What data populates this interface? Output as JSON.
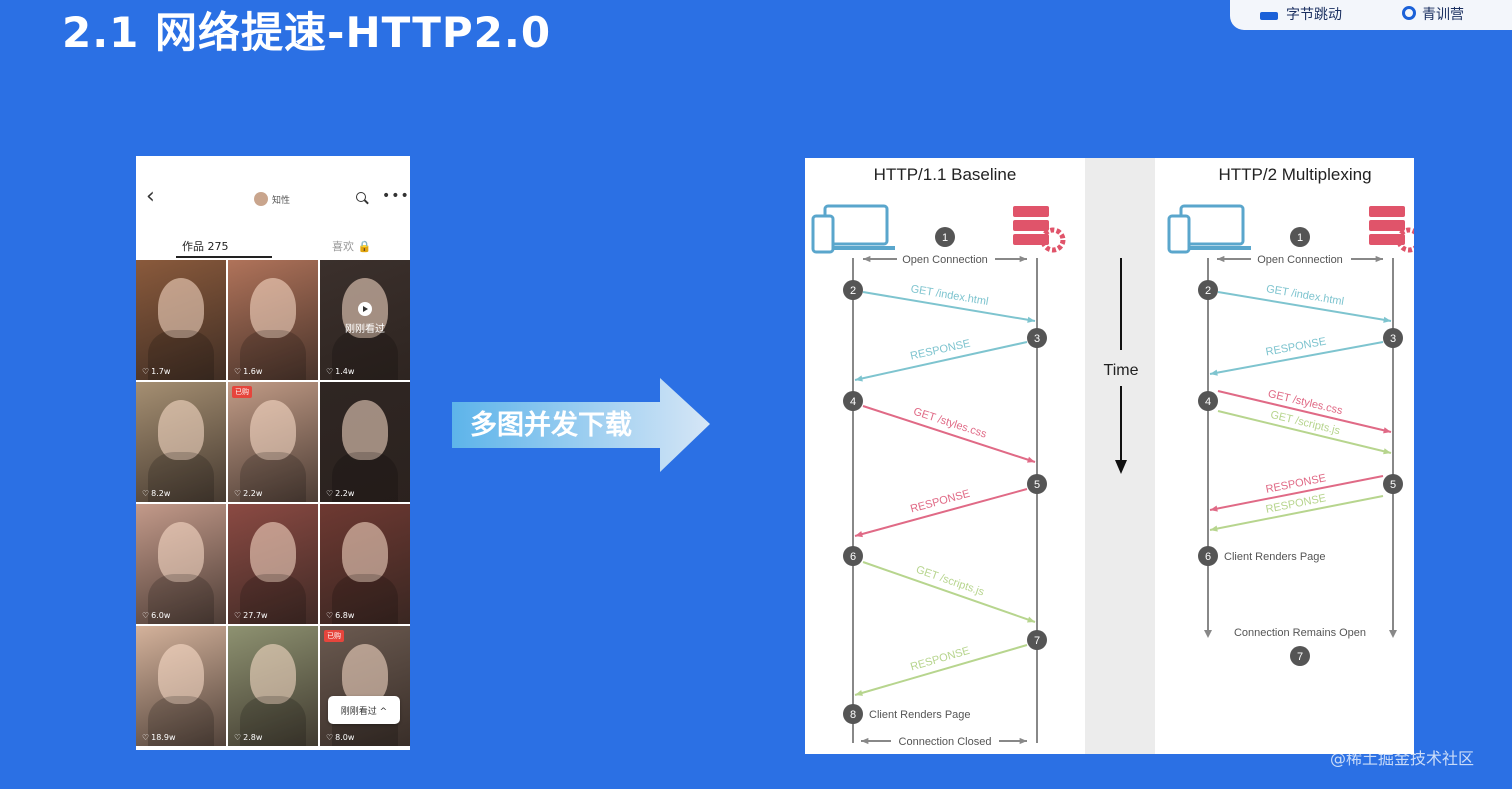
{
  "slide": {
    "title": "2.1 网络提速-HTTP2.0",
    "corner_text_1": "字节跳动",
    "corner_text_2": "青训营"
  },
  "phone": {
    "back_icon": "back-icon",
    "name": "知性",
    "tabs": {
      "works": "作品 275",
      "likes": "喜欢 🔒"
    },
    "thumbs": [
      {
        "likes": "1.7w",
        "color": "#8a5a3c"
      },
      {
        "likes": "1.6w",
        "color": "#b0735a"
      },
      {
        "likes": "1.4w",
        "color": "#3b302c",
        "overlay": "刚刚看过"
      },
      {
        "likes": "8.2w",
        "color": "#a58f72"
      },
      {
        "likes": "2.2w",
        "color": "#c19b86",
        "badge": "已购"
      },
      {
        "likes": "2.2w",
        "color": "#2f2623"
      },
      {
        "likes": "6.0w",
        "color": "#c39a8a"
      },
      {
        "likes": "27.7w",
        "color": "#8b4a43"
      },
      {
        "likes": "6.8w",
        "color": "#6e3932"
      },
      {
        "likes": "18.9w",
        "color": "#d4b29b"
      },
      {
        "likes": "2.8w",
        "color": "#8e9271"
      },
      {
        "likes": "8.0w",
        "color": "#6b5a50",
        "badge": "已购"
      }
    ],
    "seen_pill": "刚刚看过 ^"
  },
  "arrow": {
    "label": "多图并发下载"
  },
  "diagram": {
    "left_title": "HTTP/1.1 Baseline",
    "right_title": "HTTP/2 Multiplexing",
    "time_label": "Time",
    "left": {
      "open": "Open Connection",
      "steps": [
        "1",
        "2",
        "3",
        "4",
        "5",
        "6",
        "7",
        "8"
      ],
      "messages": [
        "GET /index.html",
        "RESPONSE",
        "GET /styles.css",
        "RESPONSE",
        "GET /scripts.js",
        "RESPONSE"
      ],
      "renders": "Client Renders Page",
      "closed": "Connection Closed"
    },
    "right": {
      "open": "Open Connection",
      "steps": [
        "1",
        "2",
        "3",
        "4",
        "5",
        "6",
        "7"
      ],
      "messages": [
        "GET /index.html",
        "RESPONSE",
        "GET /styles.css",
        "GET /scripts.js",
        "RESPONSE",
        "RESPONSE"
      ],
      "renders": "Client Renders Page",
      "remains": "Connection Remains Open"
    },
    "colors": {
      "blue": "#7ec4cf",
      "red": "#e06a86",
      "green": "#b7d58e",
      "device": "#5aa6cc",
      "server": "#e0546a",
      "step": "#555555"
    }
  },
  "watermark": "@稀土掘金技术社区"
}
